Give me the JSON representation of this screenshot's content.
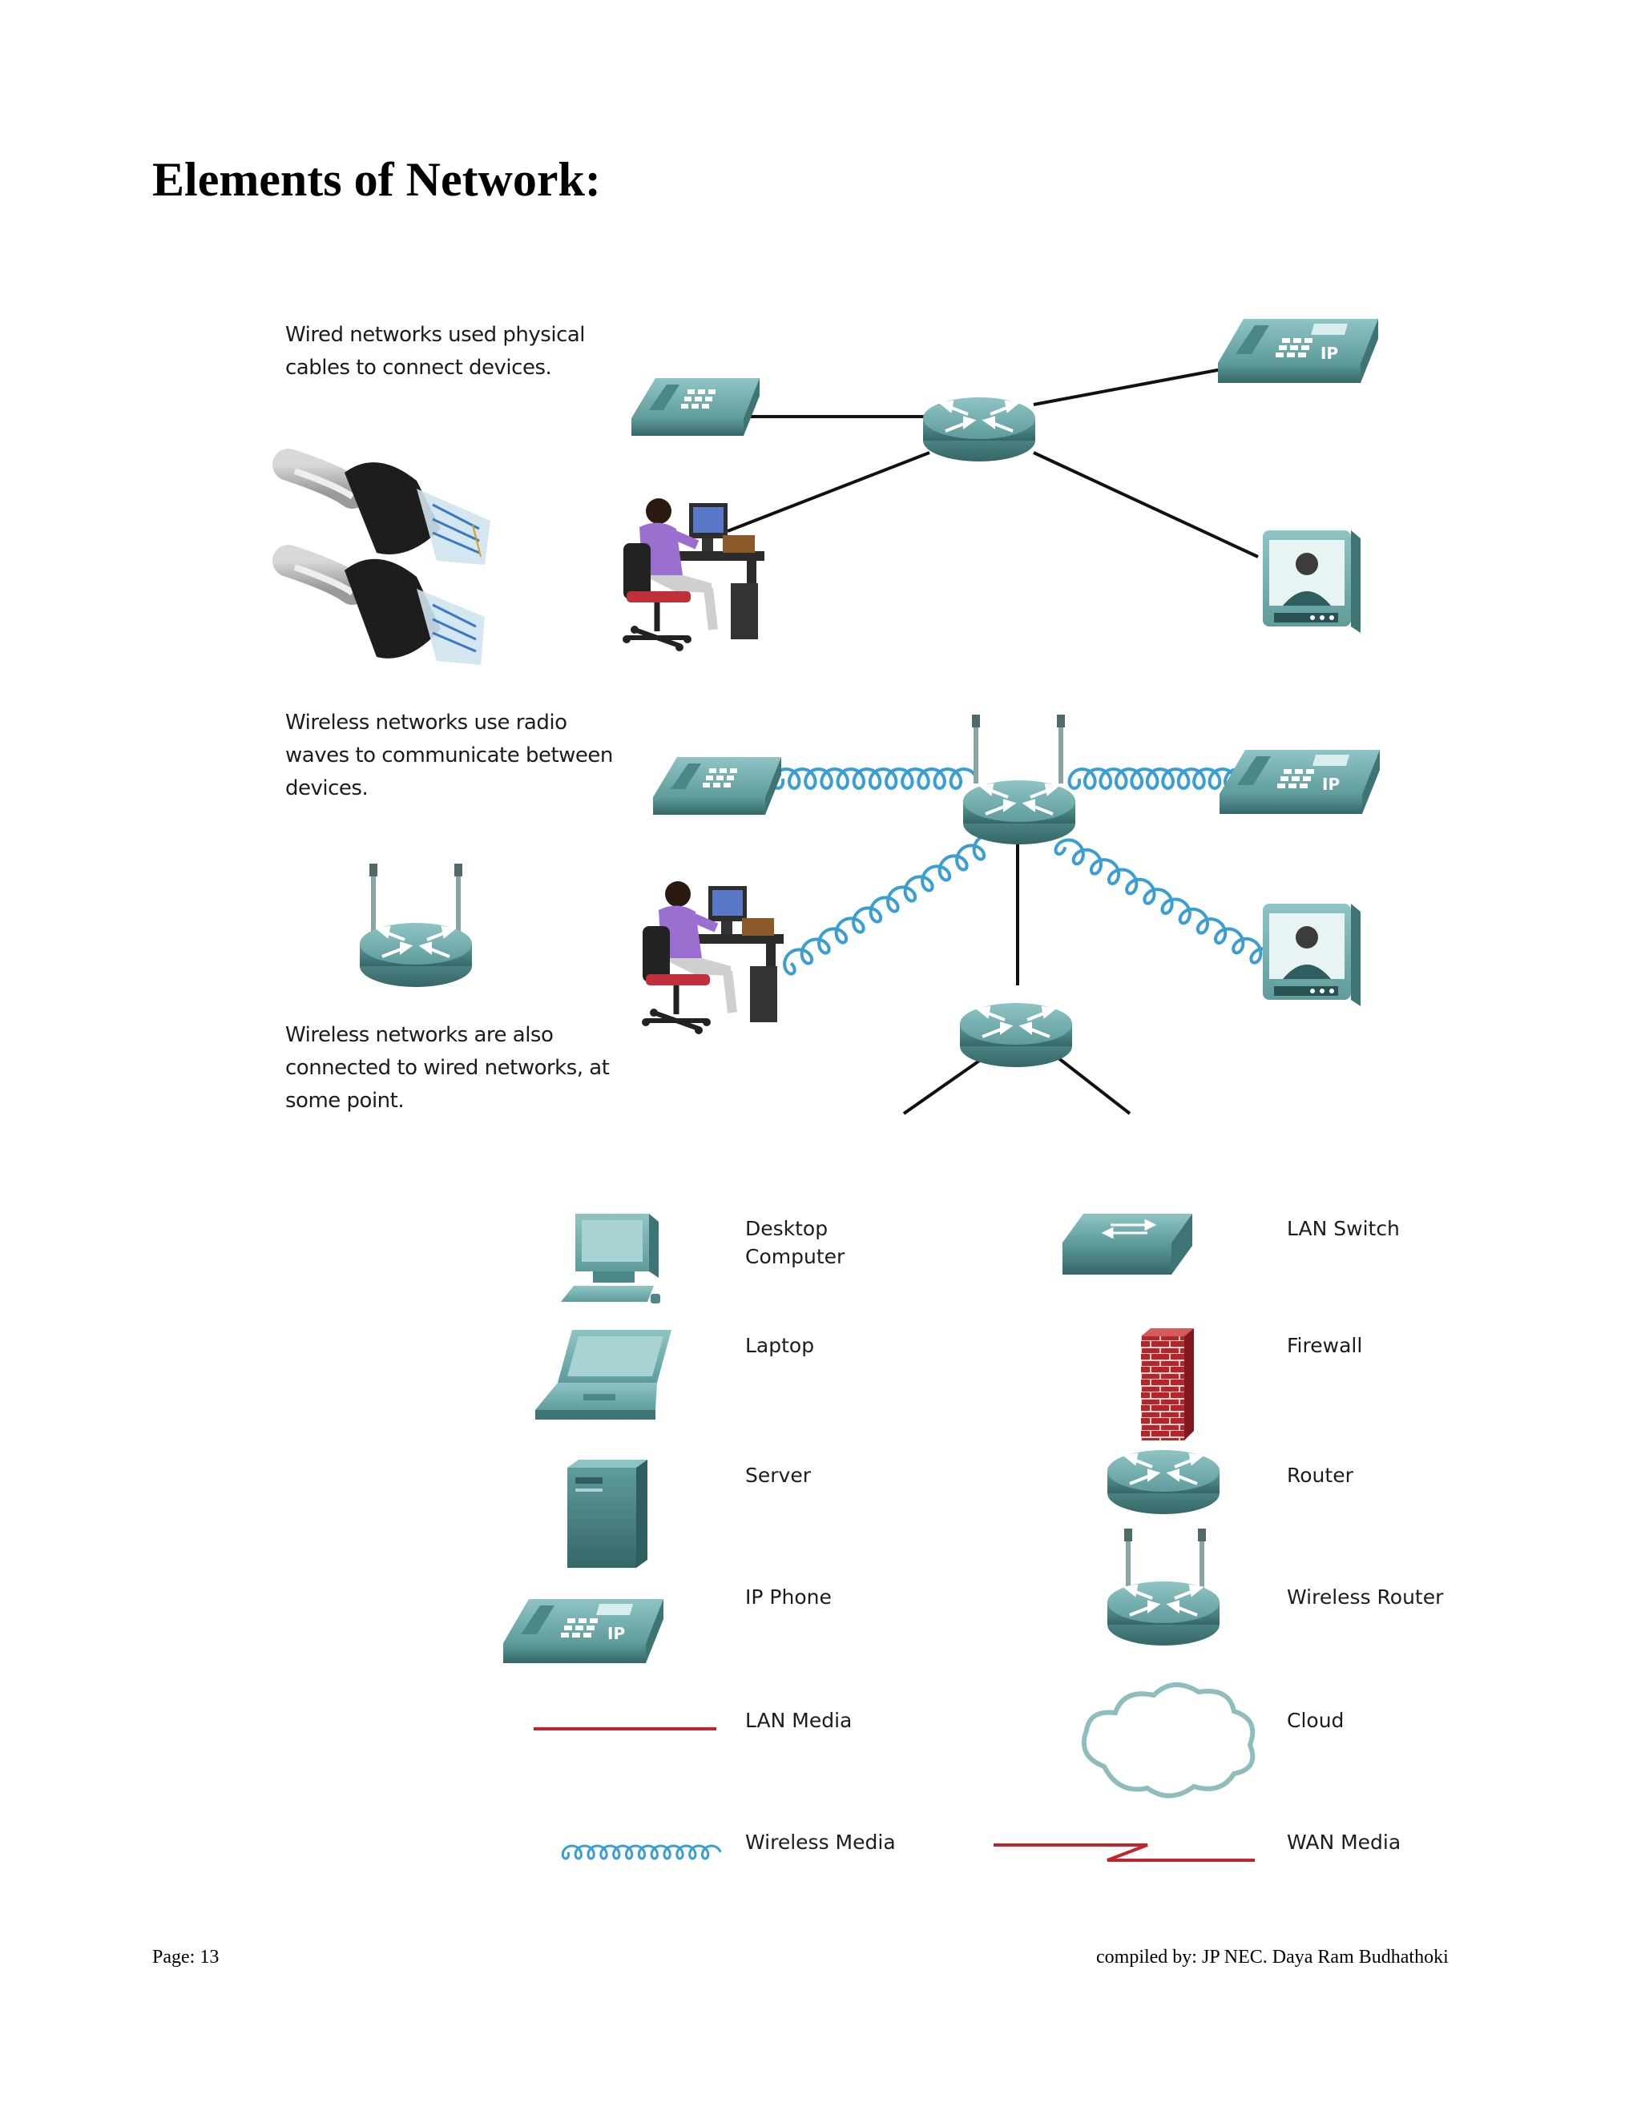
{
  "title": "Elements of Network:",
  "descriptions": {
    "wired": [
      "Wired networks used physical",
      "cables to connect devices."
    ],
    "wireless": [
      "Wireless networks use radio",
      "waves to communicate between",
      "devices."
    ],
    "connected": [
      "Wireless networks are also",
      "connected to wired networks, at",
      "some point."
    ]
  },
  "legend": {
    "left": [
      {
        "label": "Desktop\nComputer",
        "icon": "desktop-computer-icon"
      },
      {
        "label": "Laptop",
        "icon": "laptop-icon"
      },
      {
        "label": "Server",
        "icon": "server-icon"
      },
      {
        "label": "IP Phone",
        "icon": "ip-phone-icon"
      },
      {
        "label": "LAN Media",
        "icon": "lan-media-icon"
      },
      {
        "label": "Wireless Media",
        "icon": "wireless-media-icon"
      }
    ],
    "right": [
      {
        "label": "LAN Switch",
        "icon": "lan-switch-icon"
      },
      {
        "label": "Firewall",
        "icon": "firewall-icon"
      },
      {
        "label": "Router",
        "icon": "router-icon"
      },
      {
        "label": "Wireless Router",
        "icon": "wireless-router-icon"
      },
      {
        "label": "Cloud",
        "icon": "cloud-icon"
      },
      {
        "label": "WAN Media",
        "icon": "wan-media-icon"
      }
    ]
  },
  "ip_badge": "IP",
  "colors": {
    "device_teal": "#5f9c9c",
    "device_dark": "#3f7474",
    "lan_media": "#c0262b",
    "wireless_media": "#3a9ed0",
    "firewall": "#b3262a"
  },
  "footer": {
    "page": "Page: 13",
    "credit": "compiled by: JP NEC. Daya Ram Budhathoki"
  }
}
